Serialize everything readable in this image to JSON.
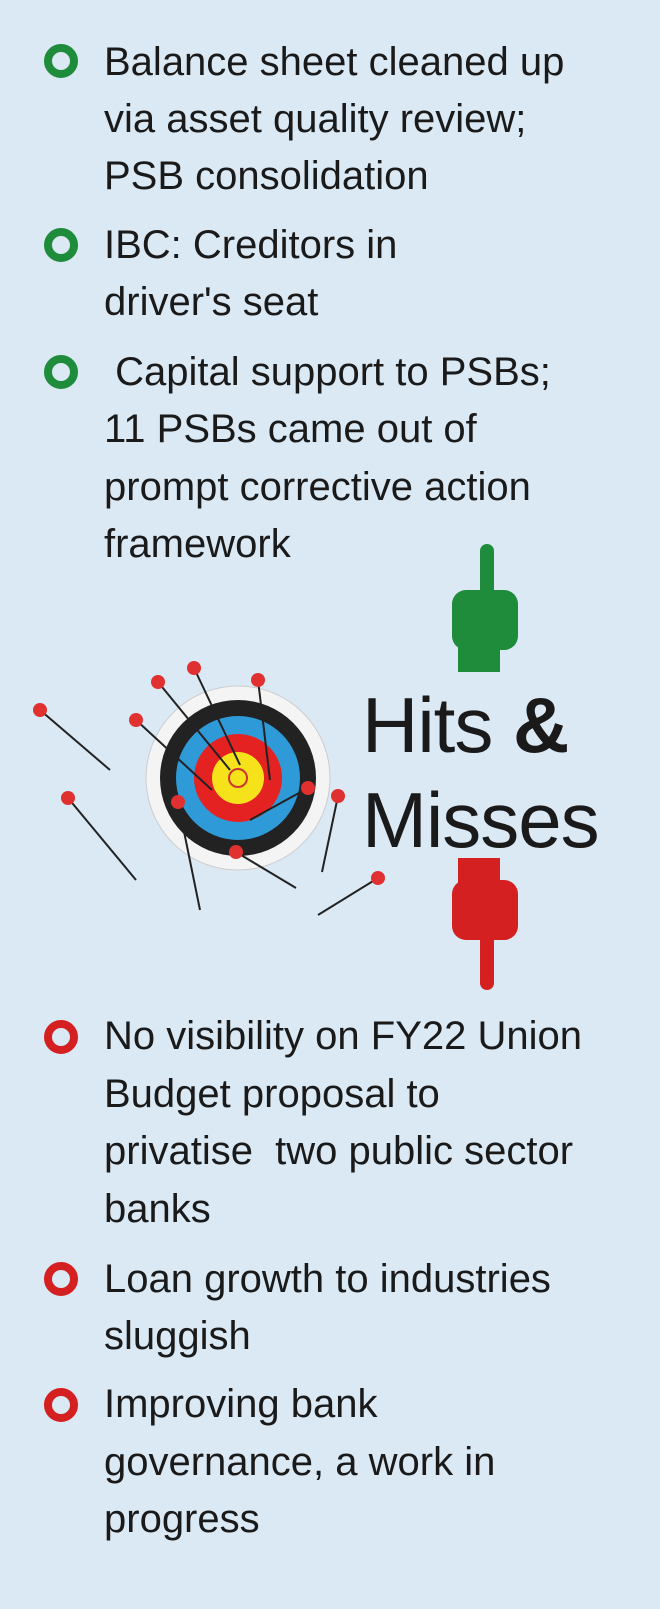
{
  "hits": [
    {
      "lines": [
        "Balance sheet cleaned up",
        "via asset quality review;",
        "PSB consolidation"
      ]
    },
    {
      "lines": [
        "IBC: Creditors in",
        "driver's seat"
      ]
    },
    {
      "lines": [
        " Capital support to PSBs;",
        "11 PSBs came out of",
        "prompt corrective action",
        "framework"
      ]
    }
  ],
  "title": {
    "word1": "Hits",
    "amp": "&",
    "word2": "Misses"
  },
  "misses": [
    {
      "lines": [
        "No visibility on FY22 Union",
        "Budget proposal to",
        "privatise  two public sector",
        "banks"
      ]
    },
    {
      "lines": [
        "Loan growth to industries",
        "sluggish"
      ]
    },
    {
      "lines": [
        "Improving bank",
        "governance, a work in",
        "progress"
      ]
    }
  ],
  "colors": {
    "background": "#dbe9f4",
    "hit": "#1e8c3a",
    "miss": "#d42020"
  }
}
